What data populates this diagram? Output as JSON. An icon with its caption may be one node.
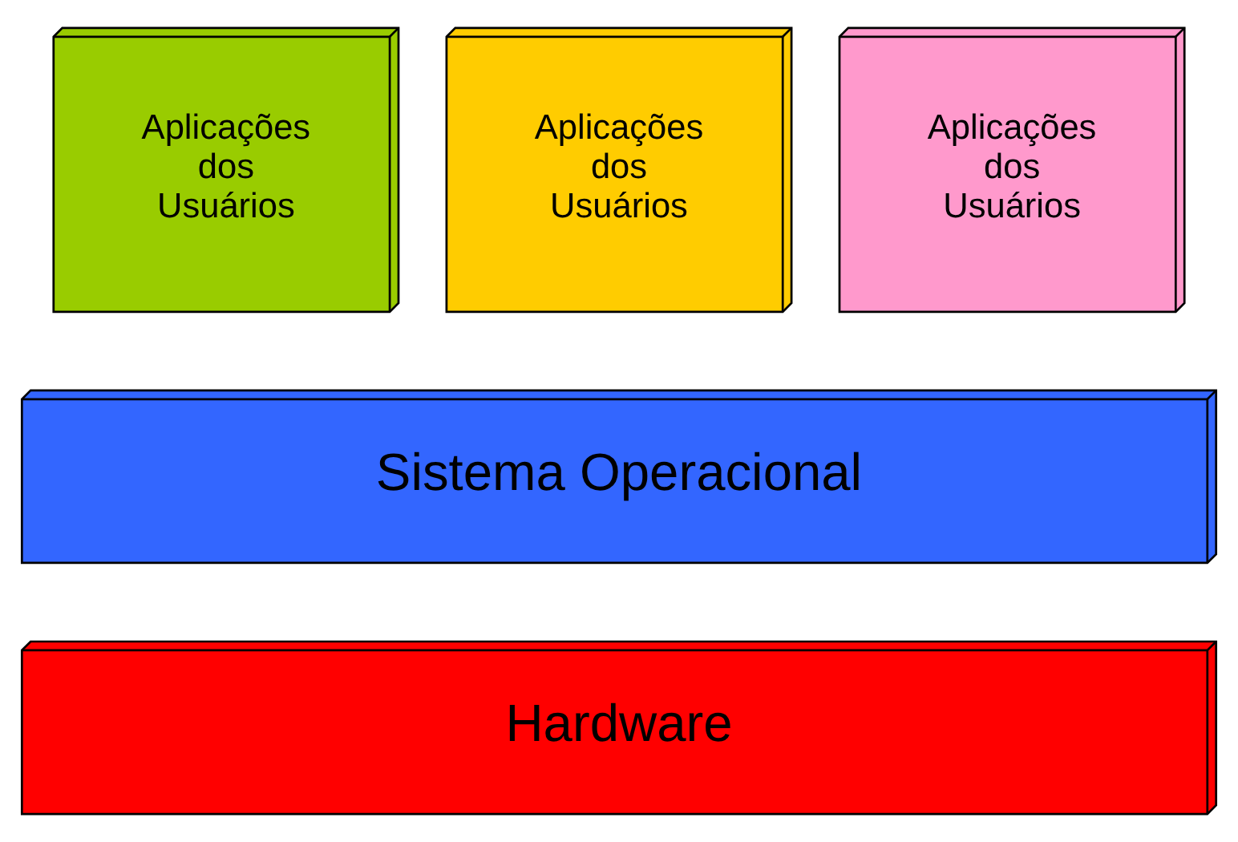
{
  "diagram": {
    "nodes": [
      {
        "text": [
          "Aplicações dos Usuários"
        ]
      },
      {
        "text": [
          "Aplicações dos Usuários"
        ]
      },
      {
        "text": [
          "Aplicações dos Usuários"
        ]
      },
      {
        "text": [
          "Sistema Operacional"
        ]
      },
      {
        "text": [
          "Hardware"
        ]
      }
    ]
  }
}
